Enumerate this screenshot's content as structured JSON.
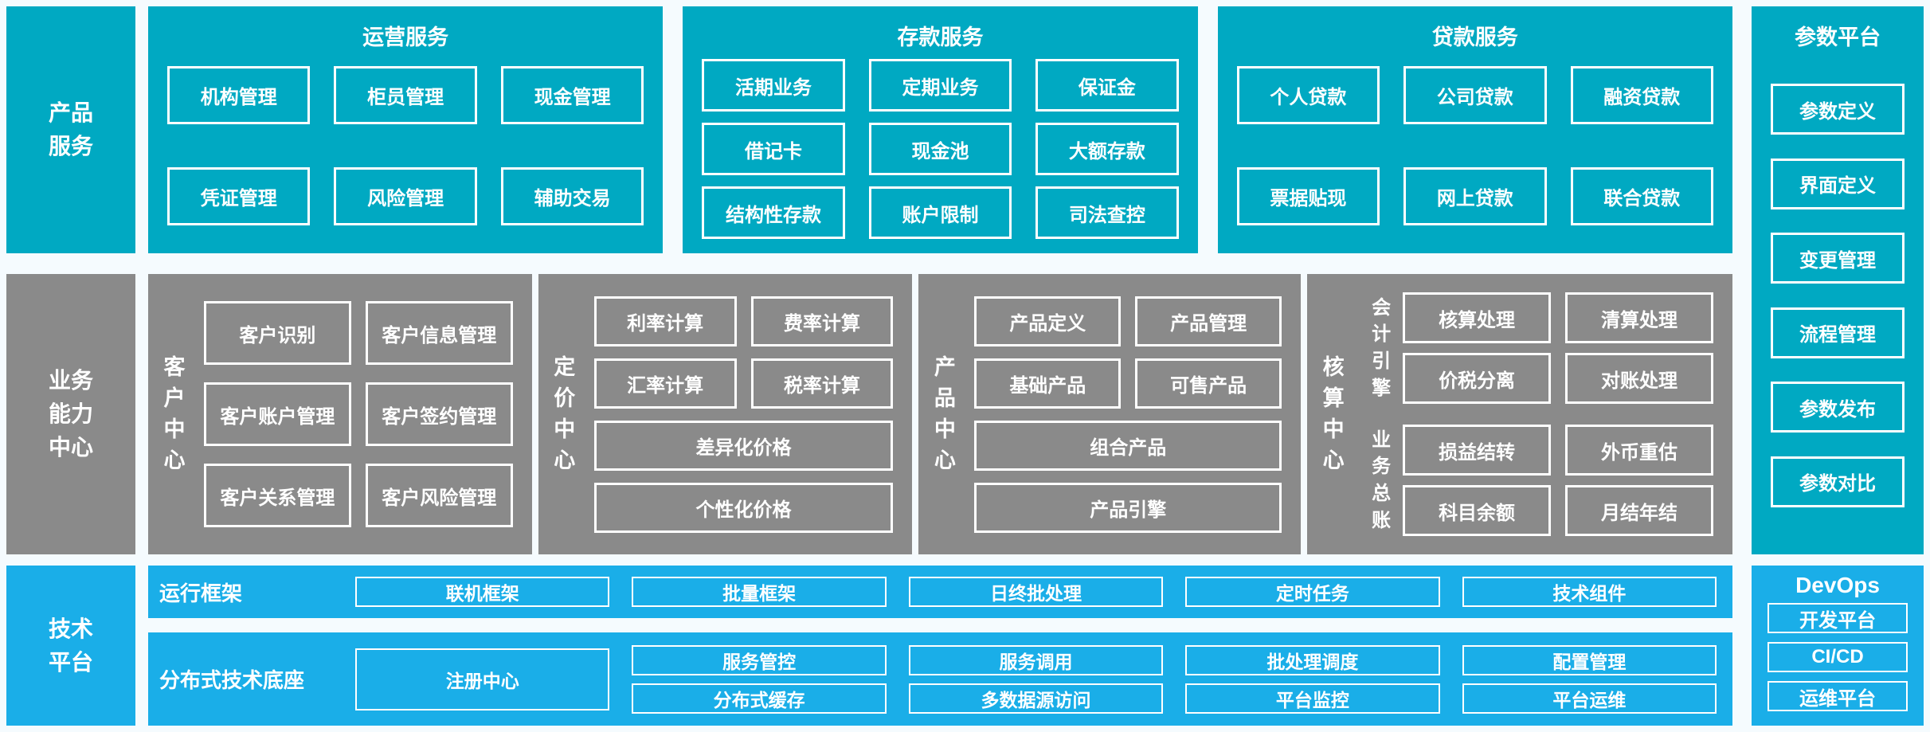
{
  "colors": {
    "teal": "#00a9c2",
    "gray": "#8a8a8a",
    "blue": "#1aaee8",
    "background": "#f5fbfe",
    "box_border": "#ffffff",
    "text": "#ffffff"
  },
  "left_rail": {
    "product_services": "产品服务",
    "business_capability_center": "业务能力中心",
    "technology_platform": "技术平台"
  },
  "row1": {
    "operations": {
      "title": "运营服务",
      "items": [
        "机构管理",
        "柜员管理",
        "现金管理",
        "凭证管理",
        "风险管理",
        "辅助交易"
      ]
    },
    "deposits": {
      "title": "存款服务",
      "items": [
        "活期业务",
        "定期业务",
        "保证金",
        "借记卡",
        "现金池",
        "大额存款",
        "结构性存款",
        "账户限制",
        "司法查控"
      ]
    },
    "loans": {
      "title": "贷款服务",
      "items": [
        "个人贷款",
        "公司贷款",
        "融资贷款",
        "票据贴现",
        "网上贷款",
        "联合贷款"
      ]
    }
  },
  "row2": {
    "customer_center": {
      "label": "客户中心",
      "items": [
        "客户识别",
        "客户信息管理",
        "客户账户管理",
        "客户签约管理",
        "客户关系管理",
        "客户风险管理"
      ]
    },
    "pricing_center": {
      "label": "定价中心",
      "small_items": [
        "利率计算",
        "费率计算",
        "汇率计算",
        "税率计算"
      ],
      "wide_items": [
        "差异化价格",
        "个性化价格"
      ]
    },
    "product_center": {
      "label": "产品中心",
      "small_items": [
        "产品定义",
        "产品管理",
        "基础产品",
        "可售产品"
      ],
      "wide_items": [
        "组合产品",
        "产品引擎"
      ]
    },
    "accounting_center": {
      "label": "核算中心",
      "groups": [
        {
          "label": "会计引擎",
          "items": [
            "核算处理",
            "清算处理",
            "价税分离",
            "对账处理"
          ]
        },
        {
          "label": "业务总账",
          "items": [
            "损益结转",
            "外币重估",
            "科目余额",
            "月结年结"
          ]
        }
      ]
    }
  },
  "row3": {
    "runtime_framework": {
      "label": "运行框架",
      "items": [
        "联机框架",
        "批量框架",
        "日终批处理",
        "定时任务",
        "技术组件"
      ]
    },
    "distributed_base": {
      "label": "分布式技术底座",
      "registry": "注册中心",
      "pairs": [
        [
          "服务管控",
          "分布式缓存"
        ],
        [
          "服务调用",
          "多数据源访问"
        ],
        [
          "批处理调度",
          "平台监控"
        ],
        [
          "配置管理",
          "平台运维"
        ]
      ]
    }
  },
  "right_rail": {
    "parameter_platform": {
      "title": "参数平台",
      "items": [
        "参数定义",
        "界面定义",
        "变更管理",
        "流程管理",
        "参数发布",
        "参数对比"
      ]
    },
    "devops": {
      "title": "DevOps",
      "items": [
        "开发平台",
        "CI/CD",
        "运维平台"
      ]
    }
  }
}
